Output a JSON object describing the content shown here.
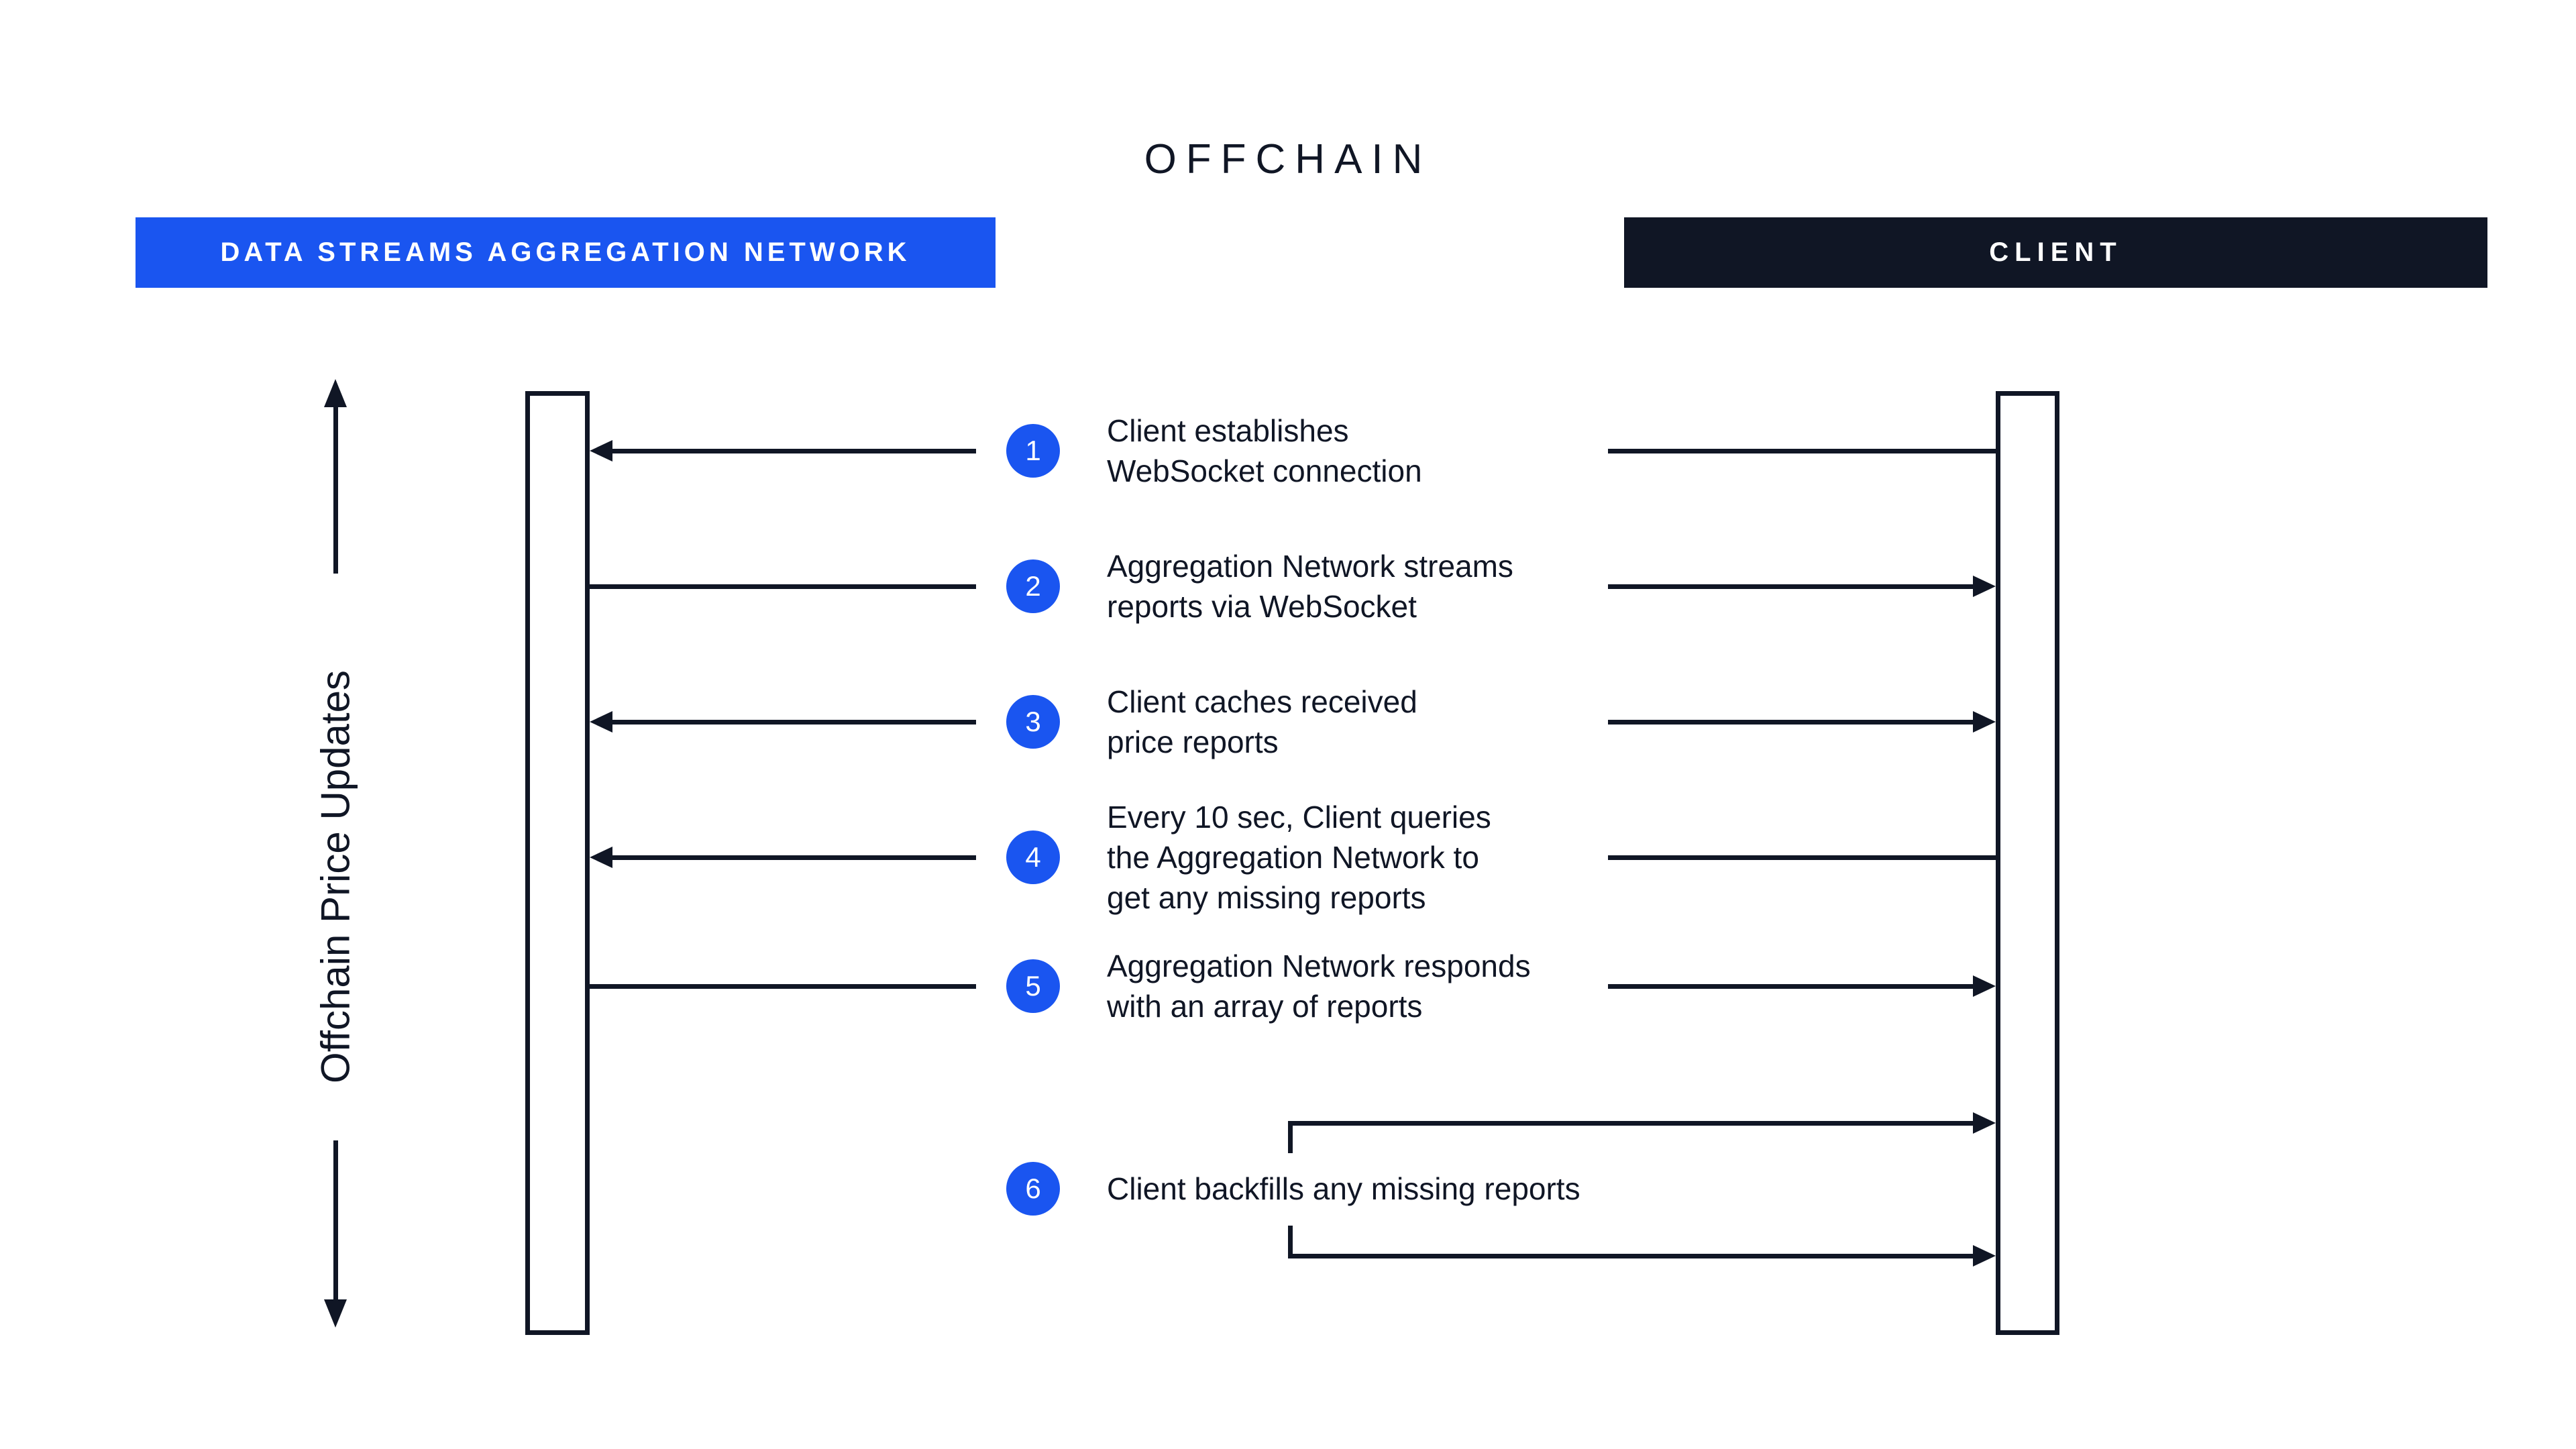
{
  "title": "OFFCHAIN",
  "colors": {
    "accent_blue": "#1A55F0",
    "ink": "#101625"
  },
  "participants": {
    "aggregation_network": "DATA STREAMS AGGREGATION NETWORK",
    "client": "CLIENT"
  },
  "axis": {
    "label": "Offchain Price Updates"
  },
  "steps": [
    {
      "number": "1",
      "lines": [
        "Client establishes",
        "WebSocket connection"
      ],
      "direction": "client-to-network"
    },
    {
      "number": "2",
      "lines": [
        "Aggregation Network streams",
        "reports via WebSocket"
      ],
      "direction": "network-to-client"
    },
    {
      "number": "3",
      "lines": [
        "Client caches received",
        "price reports"
      ],
      "direction": "both"
    },
    {
      "number": "4",
      "lines": [
        "Every 10 sec, Client queries",
        "the Aggregation Network to",
        "get any missing reports"
      ],
      "direction": "client-to-network"
    },
    {
      "number": "5",
      "lines": [
        "Aggregation Network responds",
        "with an array of reports"
      ],
      "direction": "network-to-client"
    },
    {
      "number": "6",
      "lines": [
        "Client backfills any missing reports"
      ],
      "direction": "client-self"
    }
  ]
}
